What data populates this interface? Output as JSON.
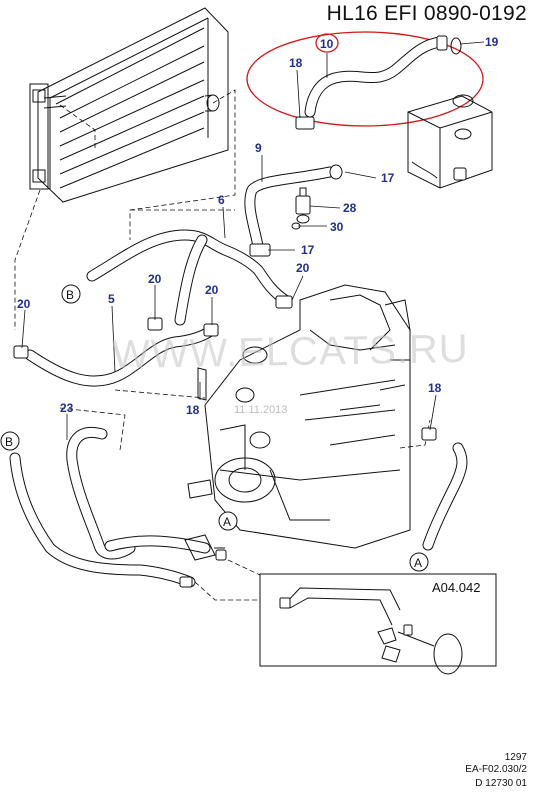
{
  "header": {
    "title": "HL16 EFI 0890-0192"
  },
  "callouts": [
    {
      "id": "c10a",
      "label": "10",
      "circled": true
    },
    {
      "id": "c18a",
      "label": "18"
    },
    {
      "id": "c19",
      "label": "19"
    },
    {
      "id": "c9",
      "label": "9"
    },
    {
      "id": "c17a",
      "label": "17"
    },
    {
      "id": "c28",
      "label": "28"
    },
    {
      "id": "c30",
      "label": "30"
    },
    {
      "id": "c6",
      "label": "6"
    },
    {
      "id": "c17b",
      "label": "17"
    },
    {
      "id": "c20a",
      "label": "20"
    },
    {
      "id": "c20b",
      "label": "20"
    },
    {
      "id": "c20c",
      "label": "20"
    },
    {
      "id": "c5",
      "label": "5"
    },
    {
      "id": "c20d",
      "label": "20"
    },
    {
      "id": "c23",
      "label": "23"
    },
    {
      "id": "c18b",
      "label": "18"
    },
    {
      "id": "c18c",
      "label": "18"
    }
  ],
  "connectors": [
    {
      "id": "kB1",
      "label": "B"
    },
    {
      "id": "kB2",
      "label": "B"
    },
    {
      "id": "kA1",
      "label": "A"
    },
    {
      "id": "kA2",
      "label": "A"
    }
  ],
  "inset": {
    "label": "A04.042"
  },
  "watermark": {
    "text": "WWW.ELCATS.RU",
    "date": "11.11.2013"
  },
  "footer": {
    "line1": "1297",
    "line2": "EA-F02.030/2",
    "line3": "D 12730 01"
  },
  "colors": {
    "callout": "#1f2f8a",
    "highlight": "#d21a1a",
    "line": "#111111"
  }
}
